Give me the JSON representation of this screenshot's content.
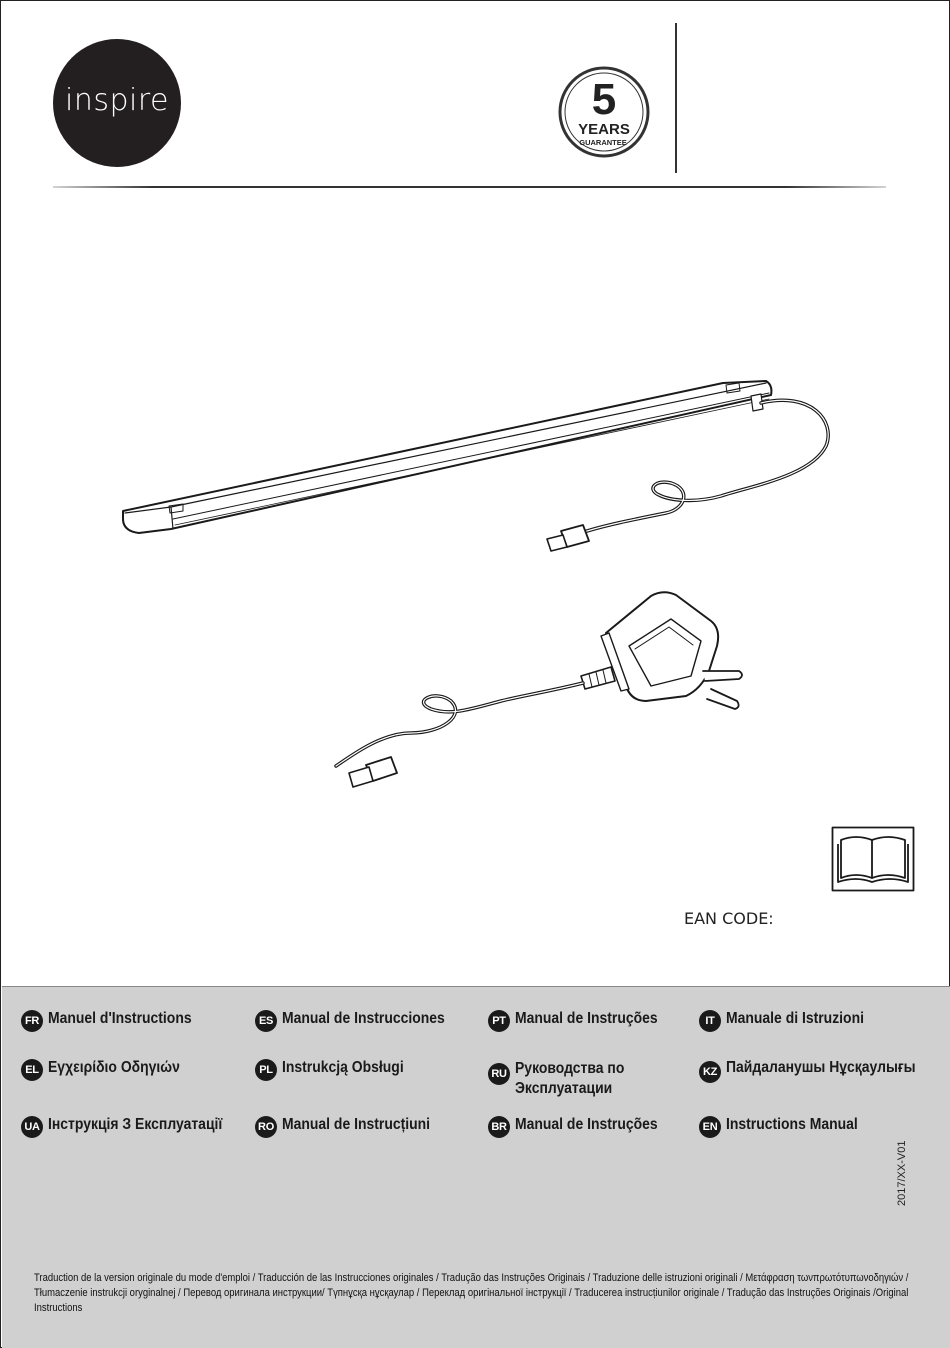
{
  "header": {
    "brand": "inspire",
    "guarantee": {
      "number": "5",
      "word": "YEARS",
      "sub": "GUARANTEE"
    }
  },
  "ean": {
    "label": "EAN CODE:"
  },
  "languages": [
    {
      "code": "FR",
      "label": "Manuel d'Instructions"
    },
    {
      "code": "ES",
      "label": "Manual de Instrucciones"
    },
    {
      "code": "PT",
      "label": "Manual de Instruções"
    },
    {
      "code": "IT",
      "label": "Manuale di Istruzioni"
    },
    {
      "code": "EL",
      "label": "Εγχειρίδιο Οδηγιών"
    },
    {
      "code": "PL",
      "label": "Instrukcją Obsługi"
    },
    {
      "code": "RU",
      "label": "Руководства по Эксплуатации"
    },
    {
      "code": "KZ",
      "label": "Пайдаланушы Нұсқаулығы"
    },
    {
      "code": "UA",
      "label": "Інструкція З Експлуатації"
    },
    {
      "code": "RO",
      "label": "Manual de Instrucțiuni"
    },
    {
      "code": "BR",
      "label": "Manual de Instruções"
    },
    {
      "code": "EN",
      "label": "Instructions Manual"
    }
  ],
  "version_code": "2017/XX-V01",
  "footnote": "Traduction de la version originale du mode d'emploi / Traducción de las Instrucciones originales / Tradução das Instruções Originais / Traduzione delle istruzioni originali / Μετάφραση τωνπρωτότυπωνοδηγιών / Tłumaczenie instrukcji oryginalnej / Перевод оригинала инструкции/ Түпнұсқа нұсқаулар / Переклад оригінальної інструкції / Traducerea instrucțiunilor originale / Tradução das Instruções Originais /Original Instructions"
}
